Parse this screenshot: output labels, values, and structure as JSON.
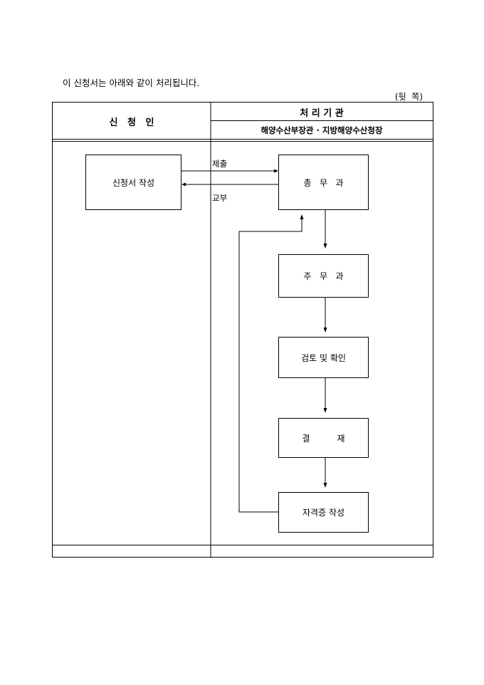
{
  "intro_text": "이 신청서는 아래와 같이 처리됩니다.",
  "page_side": "(뒷  쪽)",
  "table": {
    "applicant_header": "신   청   인",
    "agency_header": "처 리 기 관",
    "agency_name": "해양수산부장관 · 지방해양수산청장"
  },
  "flow": {
    "applicant_step": "신청서 작성",
    "submit_label": "제출",
    "issue_label": "교부",
    "steps": [
      "총   무   과",
      "주   무   과",
      "검토 및 확인",
      "결          재",
      "자격증 작성"
    ]
  }
}
